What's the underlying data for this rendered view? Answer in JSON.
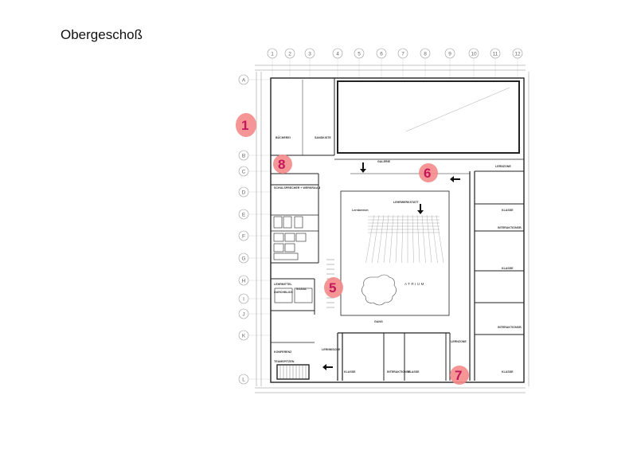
{
  "title": "Obergeschoß",
  "grid": {
    "columns": [
      "1",
      "2",
      "3",
      "4",
      "5",
      "6",
      "7",
      "8",
      "9",
      "10",
      "11",
      "12"
    ],
    "rows": [
      "A",
      "B",
      "C",
      "D",
      "E",
      "F",
      "G",
      "H",
      "I",
      "J",
      "K",
      "L"
    ]
  },
  "rooms": {
    "buecherei": "BÜCHEREI",
    "sandkiste": "SANDKISTE",
    "galerie": "GALERIE",
    "lernzone_top": "LERNZONE",
    "schulsprecher": "SCHULSPRECHER + WERKRAUM",
    "lernbereich": "Lernbereich",
    "lehrwerkstatt": "LEHRWERKSTATT",
    "klasse_1": "KLASSE",
    "interaktionsr_1": "INTERAKTIONSR.",
    "klasse_2": "KLASSE",
    "lehrmittel": "LEHRMITTEL",
    "durchblick": "DURCHBLICK",
    "sozial": "SOZIAL",
    "atrium": "ATRIUM",
    "gang": "GANG",
    "interaktionsr_2": "INTERAKTIONSR.",
    "konferenz": "KONFERENZ",
    "lernnische": "LERNNISCHE",
    "lernzone_bottom": "LERNZONE",
    "teamspitzen": "TEAMSPITZEN",
    "klasse_3": "KLASSE",
    "interaktionsr_3": "INTERAKTIONSR.",
    "klasse_4": "KLASSE",
    "klasse_5": "KLASSE"
  },
  "markers": [
    {
      "id": "1",
      "label": "1"
    },
    {
      "id": "8",
      "label": "8"
    },
    {
      "id": "6",
      "label": "6"
    },
    {
      "id": "5",
      "label": "5"
    },
    {
      "id": "7",
      "label": "7"
    }
  ],
  "colors": {
    "marker_fill": "#f48a8a",
    "marker_text": "#c2185b",
    "wall": "#222222",
    "grid_line": "#bbbbbb"
  }
}
